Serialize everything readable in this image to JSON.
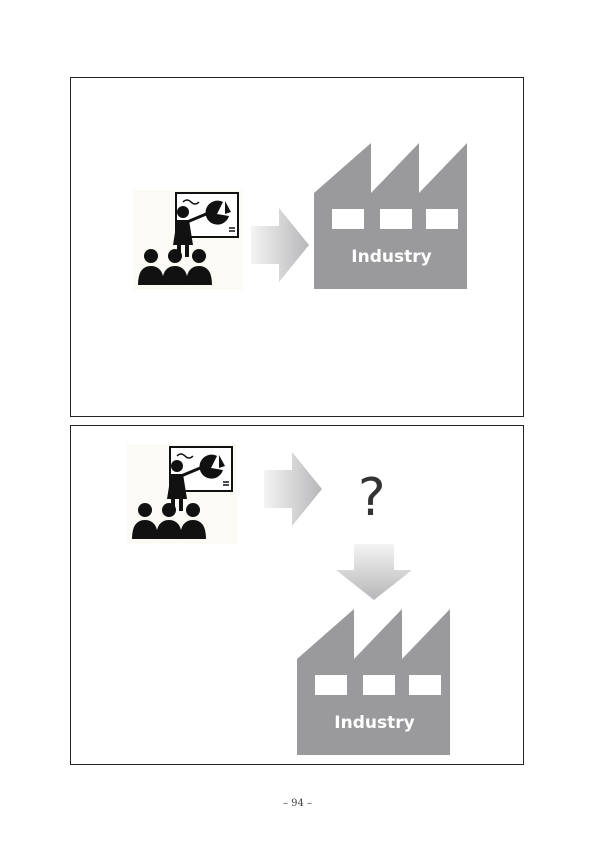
{
  "slide1": {
    "factory_label": "Industry"
  },
  "slide2": {
    "factory_label": "Industry",
    "question_mark": "?"
  },
  "footer": {
    "page_number": "– 94 –"
  },
  "colors": {
    "factory": "#9a9a9c",
    "arrow_light": "#f2f2f2",
    "arrow_dark": "#b9b9bb",
    "window": "#ffffff"
  },
  "icons": [
    "presenter-icon",
    "audience-icon",
    "arrow-right-icon",
    "arrow-down-icon",
    "factory-icon"
  ]
}
